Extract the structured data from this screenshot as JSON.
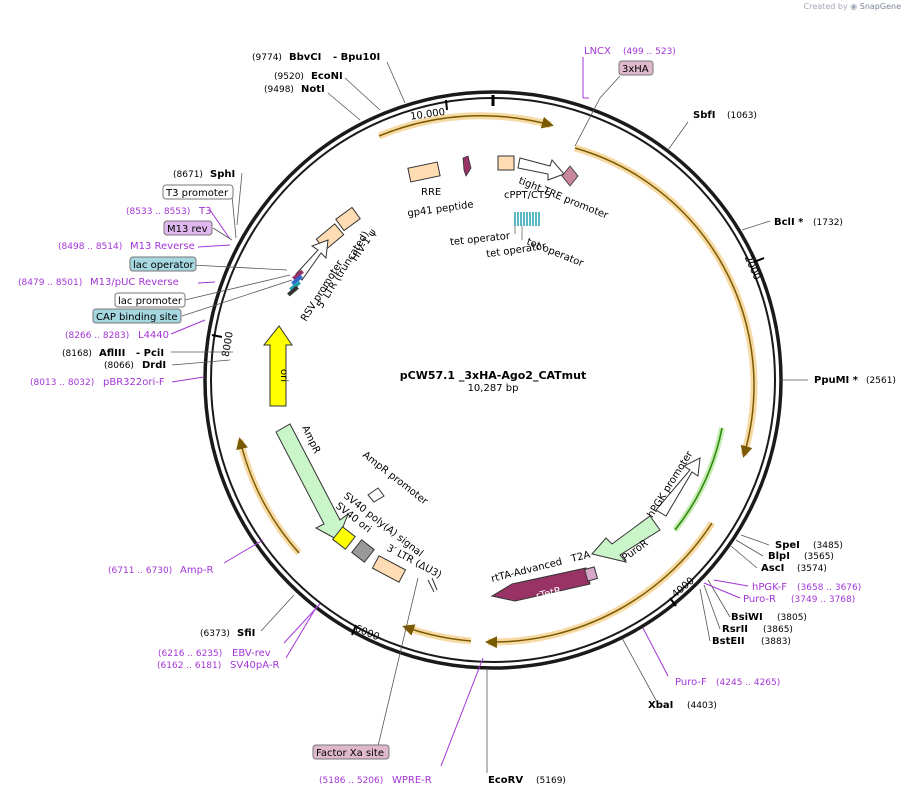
{
  "credit": {
    "prefix": "Created by",
    "brand": "SnapGene"
  },
  "plasmid": {
    "name": "pCW57.1 _3xHA-Ago2_CATmut",
    "length_label": "10,287 bp",
    "total_bp": 10287
  },
  "colors": {
    "backbone": "#1a1a1a",
    "enzyme_text": "#000000",
    "primer": "#a335d6",
    "orf_outline": "#e3a32a",
    "ampR": "#c9f5c9",
    "ori": "#ffff00",
    "rtTA": "#993366",
    "sv40ori": "#808080",
    "ltr": "#ffdcb4",
    "misc_purple": "#d8a8c8",
    "tet_operator": "#22a0b0",
    "lac_box": "#a6d7e0",
    "m13_box": "#e0b8f0"
  },
  "ticks": [
    "10,000",
    "2000",
    "4000",
    "6000",
    "8000"
  ],
  "enzymes": [
    {
      "id": "bbvci",
      "name": "BbvCI",
      "extra": "- Bpu10I",
      "pos": "(9774)"
    },
    {
      "id": "econi",
      "name": "EcoNI",
      "pos": "(9520)"
    },
    {
      "id": "noti",
      "name": "NotI",
      "pos": "(9498)"
    },
    {
      "id": "sbfi",
      "name": "SbfI",
      "pos": "(1063)"
    },
    {
      "id": "bcli",
      "name": "BclI *",
      "pos": "(1732)"
    },
    {
      "id": "ppumi",
      "name": "PpuMI *",
      "pos": "(2561)"
    },
    {
      "id": "spei",
      "name": "SpeI",
      "pos": "(3485)"
    },
    {
      "id": "blpi",
      "name": "BlpI",
      "pos": "(3565)"
    },
    {
      "id": "asci",
      "name": "AscI",
      "pos": "(3574)"
    },
    {
      "id": "bsiwi",
      "name": "BsiWI",
      "pos": "(3805)"
    },
    {
      "id": "rsrii",
      "name": "RsrII",
      "pos": "(3865)"
    },
    {
      "id": "bsteii",
      "name": "BstEII",
      "pos": "(3883)"
    },
    {
      "id": "xbai",
      "name": "XbaI",
      "pos": "(4403)"
    },
    {
      "id": "ecorv",
      "name": "EcoRV",
      "pos": "(5169)"
    },
    {
      "id": "sfii",
      "name": "SfiI",
      "pos": "(6373)"
    },
    {
      "id": "sphi",
      "name": "SphI",
      "pos": "(8671)"
    },
    {
      "id": "aflIII",
      "name": "AflIII",
      "extra": "- PciI",
      "pos": "(8168)"
    },
    {
      "id": "drdi",
      "name": "DrdI",
      "pos": "(8066)"
    }
  ],
  "primers": [
    {
      "id": "lncx",
      "name": "LNCX",
      "range": "(499 .. 523)"
    },
    {
      "id": "t3",
      "name": "T3",
      "range": "(8533 .. 8553)"
    },
    {
      "id": "m13rev",
      "name": "M13 Reverse",
      "range": "(8498 .. 8514)"
    },
    {
      "id": "m13puc",
      "name": "M13/pUC Reverse",
      "range": "(8479 .. 8501)"
    },
    {
      "id": "l4440",
      "name": "L4440",
      "range": "(8266 .. 8283)"
    },
    {
      "id": "pbr322",
      "name": "pBR322ori-F",
      "range": "(8013 .. 8032)"
    },
    {
      "id": "hpgkf",
      "name": "hPGK-F",
      "range": "(3658 .. 3676)"
    },
    {
      "id": "puror",
      "name": "Puro-R",
      "range": "(3749 .. 3768)"
    },
    {
      "id": "purof",
      "name": "Puro-F",
      "range": "(4245 .. 4265)"
    },
    {
      "id": "ampr",
      "name": "Amp-R",
      "range": "(6711 .. 6730)"
    },
    {
      "id": "ebvrev",
      "name": "EBV-rev",
      "range": "(6216 .. 6235)"
    },
    {
      "id": "sv40par",
      "name": "SV40pA-R",
      "range": "(6162 .. 6181)"
    },
    {
      "id": "wprer",
      "name": "WPRE-R",
      "range": "(5186 .. 5206)"
    }
  ],
  "boxed_features": {
    "ha": "3xHA",
    "t3_promoter": "T3 promoter",
    "m13_rev": "M13 rev",
    "lac_operator": "lac operator",
    "lac_promoter": "lac promoter",
    "cap": "CAP binding site",
    "factor_xa": "Factor Xa site"
  },
  "features": {
    "rre": "RRE",
    "gp41": "gp41 peptide",
    "tight_tre": "tight TRE promoter",
    "cppt": "cPPT/CTS",
    "tet_op_1": "tet operator",
    "tet_op_2": "tet operator",
    "tet_op_3": "tet operator",
    "hiv1": "HIV-1 ψ",
    "ltr5": "5′ LTR (truncated)",
    "rsv": "RSV promoter",
    "ori": "ori",
    "ampr": "AmpR",
    "ampr_promoter": "AmpR promoter",
    "sv40_polya": "SV40 poly(A) signal",
    "sv40_ori": "SV40 ori",
    "ltr3": "3′ LTR (ΔU3)",
    "rtta": "rtTA-Advanced",
    "rtetr": "rTetR",
    "t2a": "T2A",
    "puror": "PuroR",
    "hpgk": "hPGK promoter"
  }
}
